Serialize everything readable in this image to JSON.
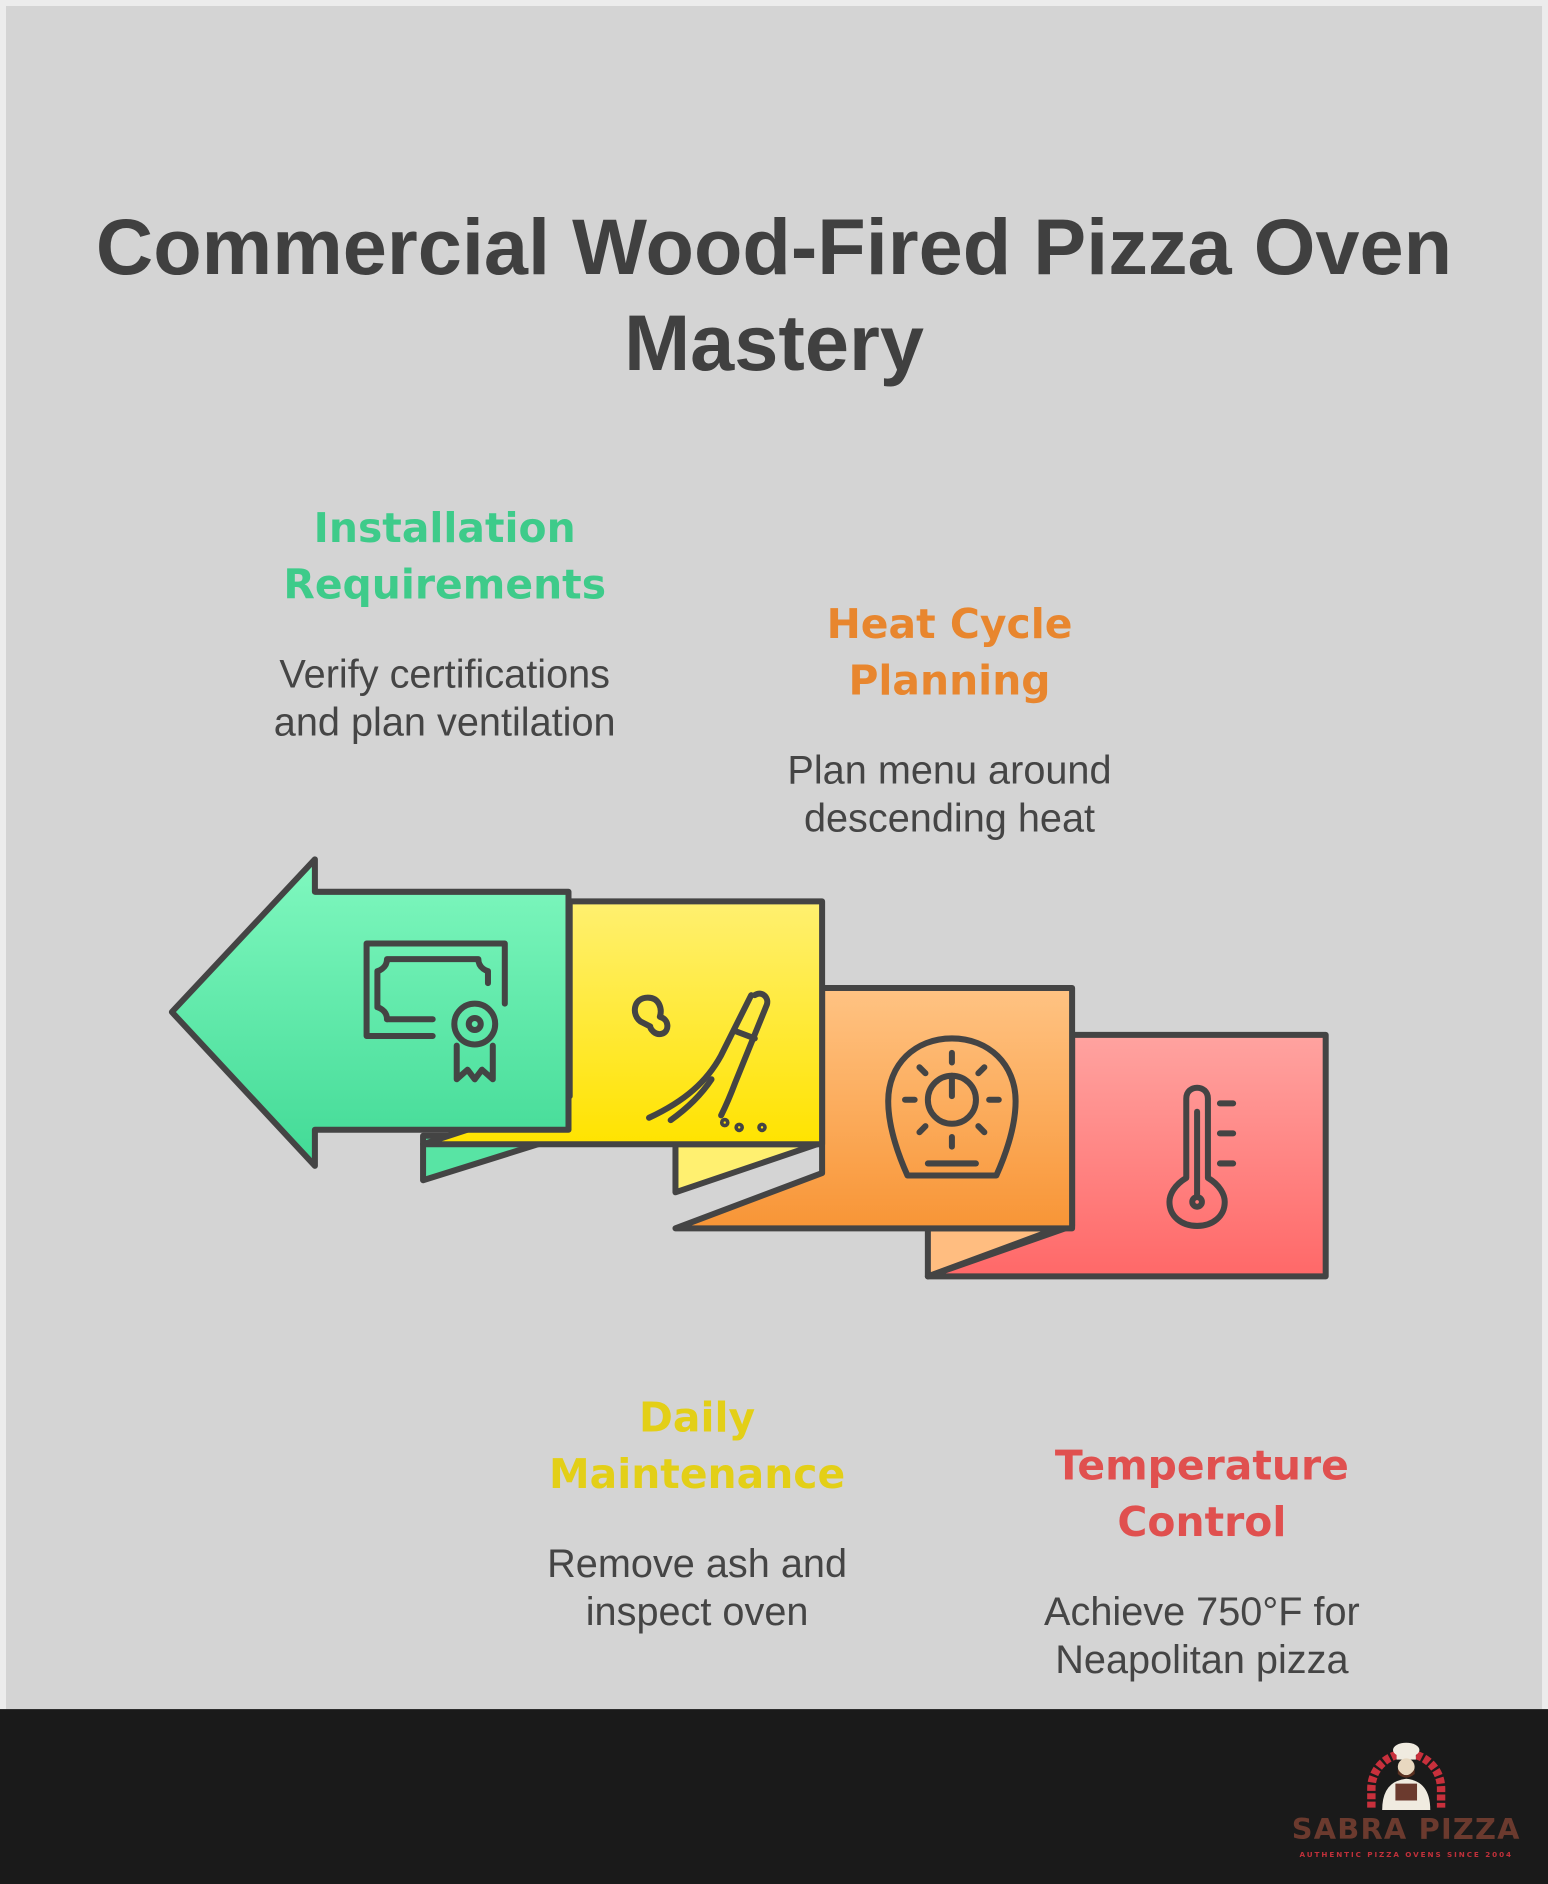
{
  "title": "Commercial Wood-Fired Pizza Oven Mastery",
  "steps": [
    {
      "heading": "Installation Requirements",
      "heading_lines": [
        "Installation",
        "Requirements"
      ],
      "description_lines": [
        "Verify certifications",
        "and plan ventilation"
      ],
      "color": "#3ecb8a",
      "icon": "certificate-icon"
    },
    {
      "heading": "Daily Maintenance",
      "heading_lines": [
        "Daily",
        "Maintenance"
      ],
      "description_lines": [
        "Remove ash and",
        "inspect oven"
      ],
      "color": "#e3cf17",
      "icon": "broom-icon"
    },
    {
      "heading": "Heat Cycle Planning",
      "heading_lines": [
        "Heat Cycle",
        "Planning"
      ],
      "description_lines": [
        "Plan menu around",
        "descending heat"
      ],
      "color": "#e8862e",
      "icon": "oven-icon"
    },
    {
      "heading": "Temperature Control",
      "heading_lines": [
        "Temperature",
        "Control"
      ],
      "description_lines": [
        "Achieve 750°F for",
        "Neapolitan pizza"
      ],
      "color": "#e0504f",
      "icon": "thermometer-icon"
    }
  ],
  "footer": {
    "logo_name": "SABRA PIZZA",
    "logo_tagline": "AUTHENTIC PIZZA OVENS SINCE 2004"
  }
}
